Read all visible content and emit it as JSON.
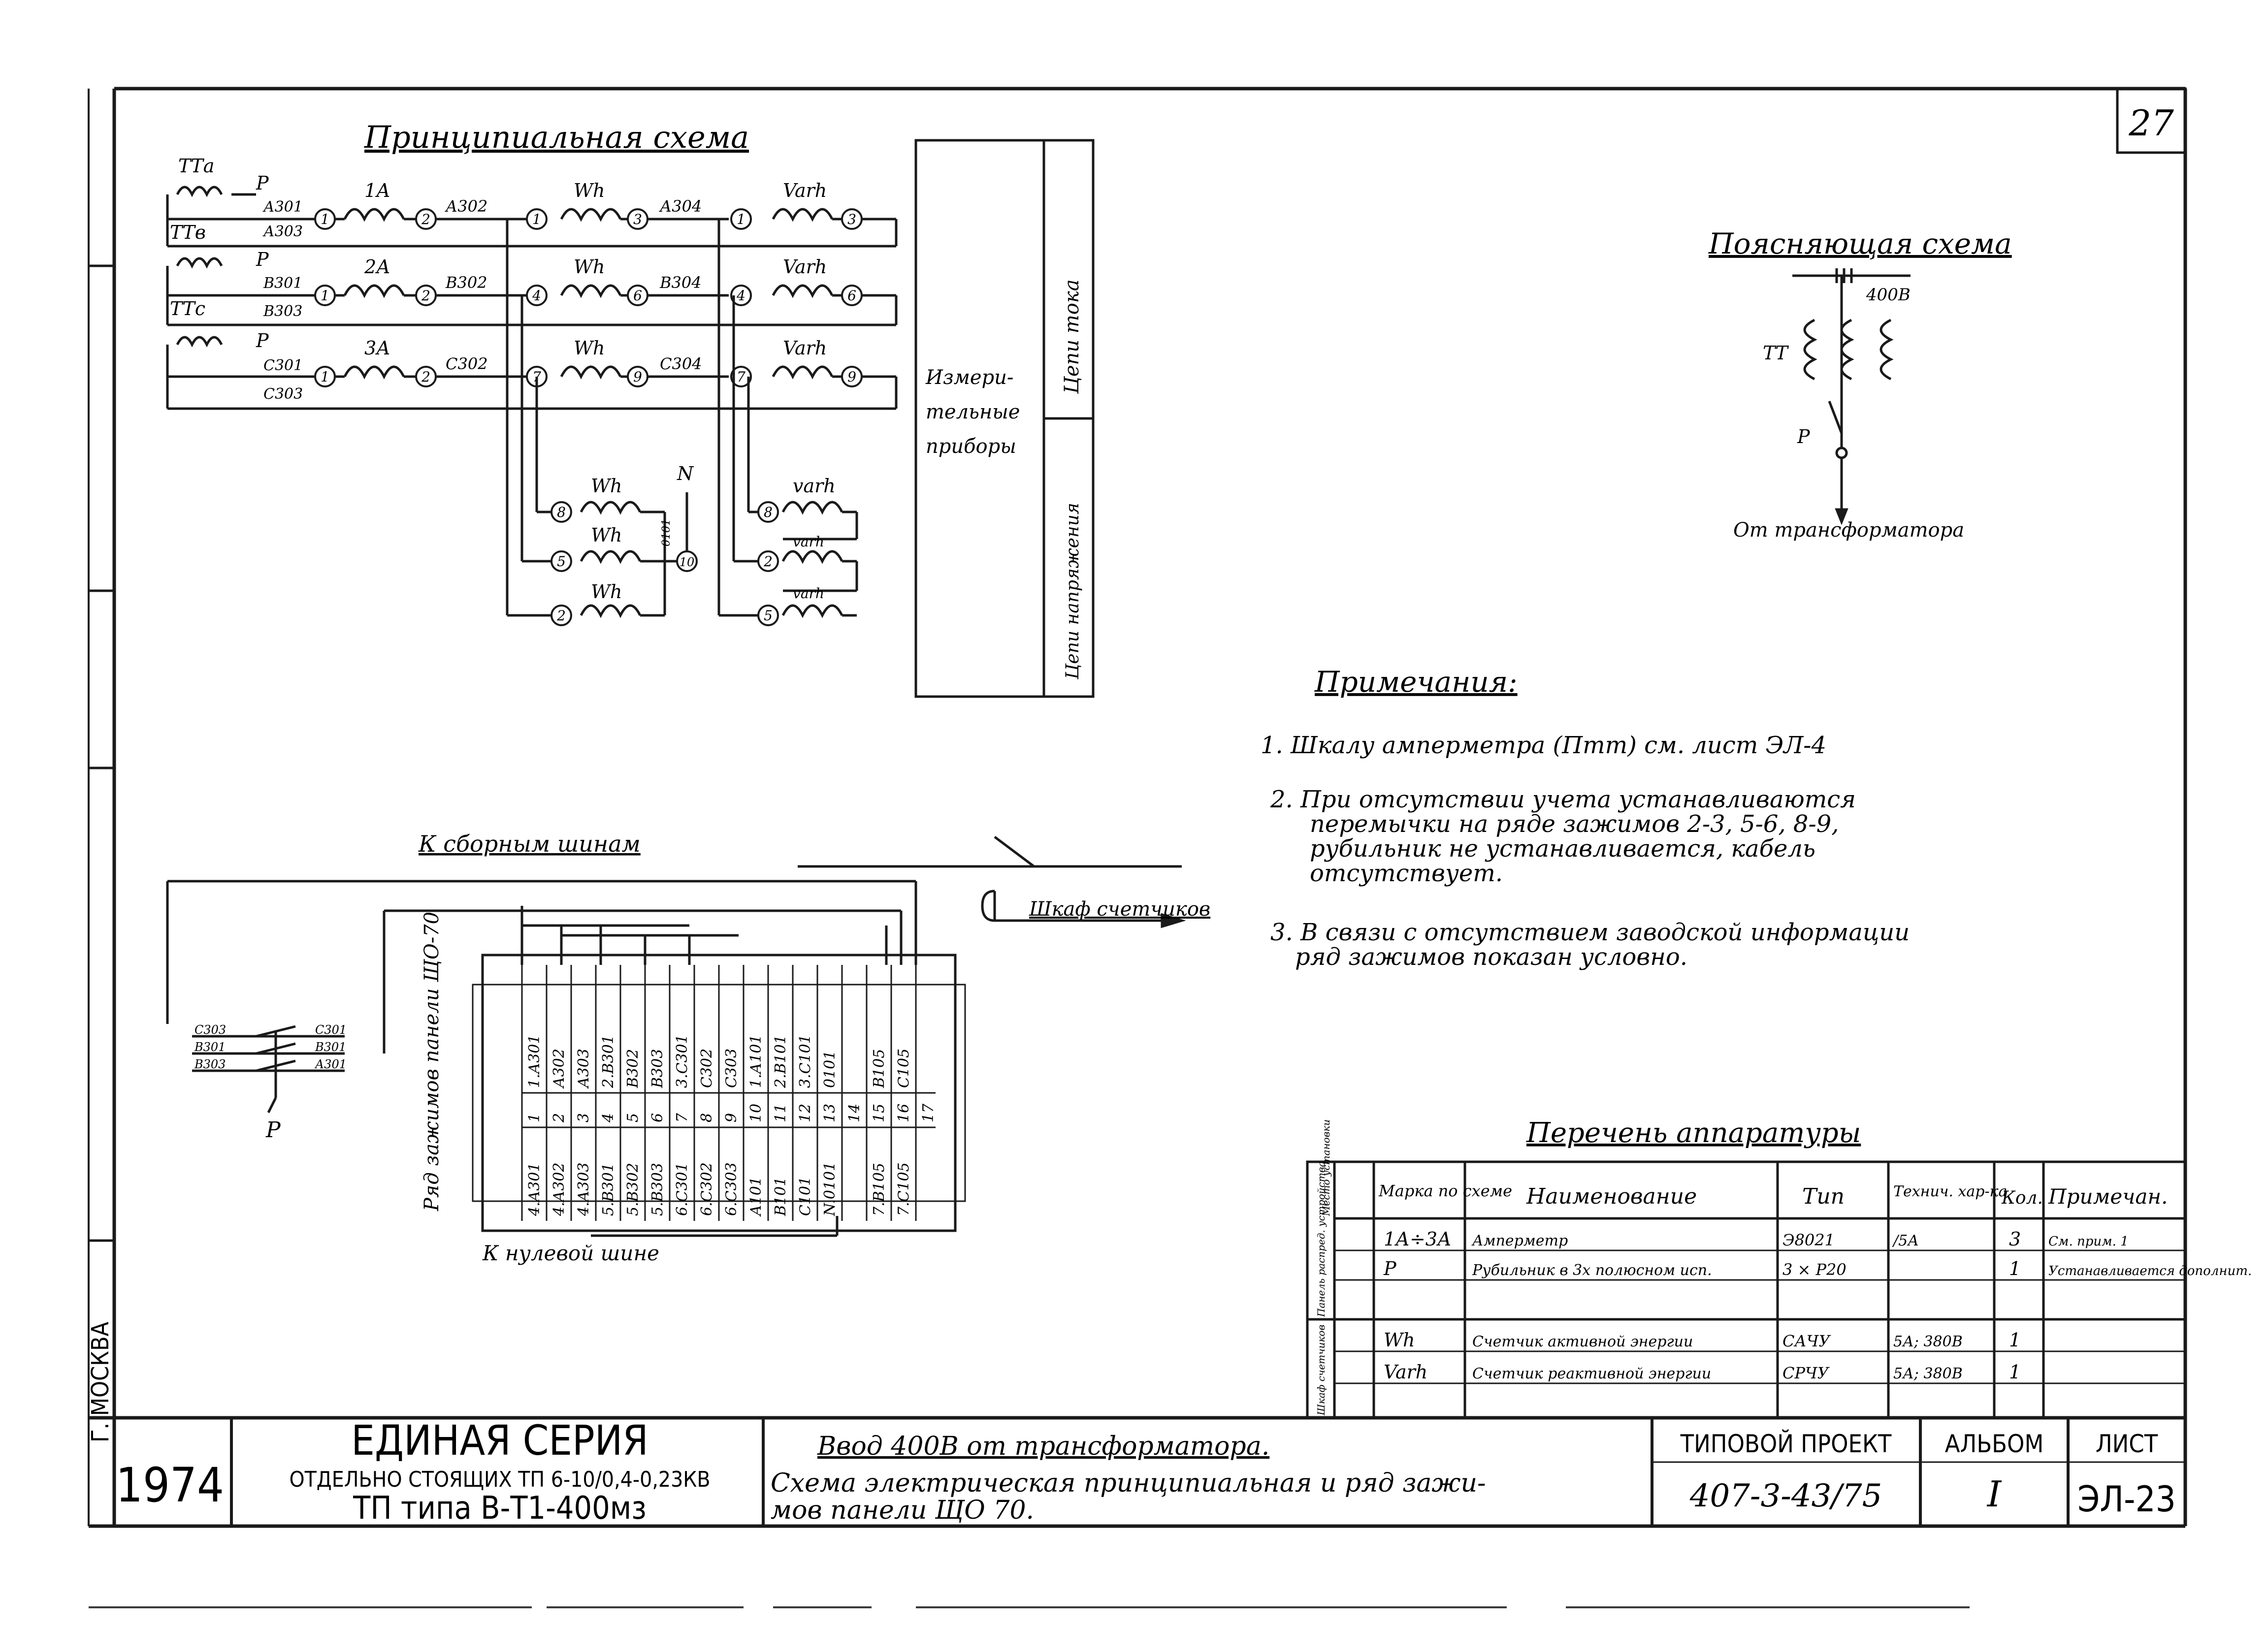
{
  "sheet_corner_number": "27",
  "principal": {
    "title": "Принципиальная схема",
    "ct_labels": [
      "ТТа",
      "ТТв",
      "ТТс"
    ],
    "p_labels": [
      "Р",
      "Р",
      "Р"
    ],
    "ct_wire_labels": [
      "А301",
      "А303",
      "В301",
      "В303",
      "С301",
      "С303"
    ],
    "ammeters": [
      "1А",
      "2А",
      "3А"
    ],
    "a_wires": [
      "А302",
      "В302",
      "С302"
    ],
    "wh_labels": [
      "Wh",
      "Wh",
      "Wh"
    ],
    "wh_wires": [
      "А304",
      "В304",
      "С304"
    ],
    "varh_labels": [
      "Varh",
      "Varh",
      "Varh"
    ],
    "node_numbers_row1": [
      "1",
      "2",
      "1",
      "3",
      "1",
      "3"
    ],
    "node_numbers_row2": [
      "1",
      "2",
      "4",
      "6",
      "4",
      "6"
    ],
    "node_numbers_row3": [
      "1",
      "2",
      "7",
      "9",
      "7",
      "9"
    ],
    "voltage_wh": [
      "Wh",
      "Wh",
      "Wh"
    ],
    "voltage_varh": [
      "varh",
      "varh",
      "varh"
    ],
    "voltage_nodes_left": [
      "8",
      "5",
      "2"
    ],
    "voltage_nodes_right": [
      "8",
      "2",
      "5"
    ],
    "node_10": "10",
    "n_label": "N",
    "wire_0101": "0101",
    "box_label": "Измери- тельные приборы",
    "box_current": "Цепи тока",
    "box_voltage": "Цепи напряжения"
  },
  "explanatory": {
    "title": "Поясняющая схема",
    "voltage": "400В",
    "tt_label": "ТТ",
    "p_label": "Р",
    "source": "От трансформатора"
  },
  "notes": {
    "title": "Примечания:",
    "items": [
      "1. Шкалу амперметра (Птт) см. лист ЭЛ-4",
      "2. При отсутствии учета устанавливаются перемычки на ряде зажимов 2-3, 5-6, 8-9, рубильник не устанавливается, кабель отсутствует.",
      "3. В связи с отсутствием заводской информации ряд зажимов показан условно."
    ]
  },
  "terminals": {
    "bus_label": "К сборным шинам",
    "cabinet_label": "Шкаф счетчиков",
    "zero_bus_label": "К нулевой шине",
    "row_label": "Ряд зажимов панели ЩО-70",
    "switch_label": "Р",
    "switch_wires_left": [
      "С303",
      "В301",
      "В303"
    ],
    "switch_wires_right": [
      "С301",
      "В301",
      "А301"
    ],
    "upper_row": [
      "1.А301",
      "А302",
      "А303",
      "2.В301",
      "В302",
      "В303",
      "3.С301",
      "С302",
      "С303",
      "1.А101",
      "2.В101",
      "3.С101",
      "0101",
      "",
      "В105",
      "С105"
    ],
    "number_row": [
      "1",
      "2",
      "3",
      "4",
      "5",
      "6",
      "7",
      "8",
      "9",
      "10",
      "11",
      "12",
      "13",
      "14",
      "15",
      "16",
      "17"
    ],
    "lower_row": [
      "4.А301",
      "4.А302",
      "4.А303",
      "5.В301",
      "5.В302",
      "5.В303",
      "6.С301",
      "6.С302",
      "6.С303",
      "А101",
      "В101",
      "С101",
      "N.0101",
      "",
      "7.В105",
      "7.С105"
    ]
  },
  "equipment": {
    "title": "Перечень аппаратуры",
    "headers": [
      "Место установки",
      "Марка по схеме",
      "Наименование",
      "Тип",
      "Технич. хар-ка",
      "Кол.",
      "Примечан."
    ],
    "group_labels": [
      "Панель распред. устройства",
      "Шкаф счетчиков"
    ],
    "rows": [
      [
        "1А÷3А",
        "Амперметр",
        "Э8021",
        "/5А",
        "3",
        "См. прим. 1"
      ],
      [
        "Р",
        "Рубильник в 3х полюсном исп.",
        "3 × Р20",
        "",
        "1",
        "Устанавливается дополнит."
      ],
      [
        "",
        "",
        "",
        "",
        "",
        ""
      ],
      [
        "Wh",
        "Счетчик активной энергии",
        "САЧУ",
        "5А; 380В",
        "1",
        ""
      ],
      [
        "Varh",
        "Счетчик реактивной энергии",
        "СРЧУ",
        "5А; 380В",
        "1",
        ""
      ],
      [
        "",
        "",
        "",
        "",
        "",
        ""
      ]
    ]
  },
  "title_block": {
    "side_city": "Г. МОСКВА",
    "year": "1974",
    "series_line1": "ЕДИНАЯ СЕРИЯ",
    "series_line2": "ОТДЕЛЬНО СТОЯЩИХ ТП 6-10/0,4-0,23КВ",
    "series_line3": "ТП типа В-Т1-400мз",
    "desc_line1": "Ввод 400В от трансформатора.",
    "desc_line2": "Схема электрическая принципиальная и ряд зажи-",
    "desc_line3": "мов панели ЩО 70.",
    "project_label": "ТИПОВОЙ ПРОЕКТ",
    "project_number": "407-3-43/75",
    "album_label": "АЛЬБОМ",
    "album_value": "I",
    "sheet_label": "ЛИСТ",
    "sheet_value": "ЭЛ-23"
  }
}
